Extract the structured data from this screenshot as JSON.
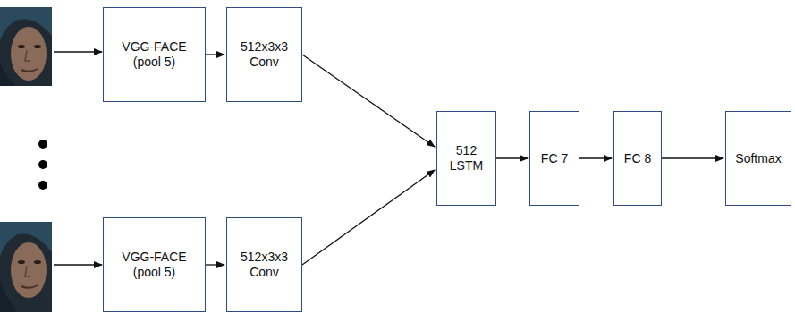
{
  "diagram": {
    "nodes": [
      {
        "text": [
          "VGG-FACE (pool 5)"
        ]
      },
      {
        "text": [
          "512x3x3 Conv"
        ]
      },
      {
        "text": [
          "VGG-FACE (pool 5)"
        ]
      },
      {
        "text": [
          "512x3x3 Conv"
        ]
      },
      {
        "text": [
          "512 LSTM"
        ]
      },
      {
        "text": [
          "FC 7"
        ]
      },
      {
        "text": [
          "FC 8"
        ]
      },
      {
        "text": [
          "Softmax"
        ]
      }
    ],
    "edges": [
      {
        "from": 0,
        "to": 1,
        "arrow": "to"
      },
      {
        "from": 1,
        "to": 4,
        "arrow": "to"
      },
      {
        "from": 2,
        "to": 3,
        "arrow": "to"
      },
      {
        "from": 3,
        "to": 4,
        "arrow": "to"
      },
      {
        "from": 4,
        "to": 5,
        "arrow": "to"
      },
      {
        "from": 5,
        "to": 6,
        "arrow": "to"
      },
      {
        "from": 6,
        "to": 7,
        "arrow": "to"
      }
    ]
  }
}
